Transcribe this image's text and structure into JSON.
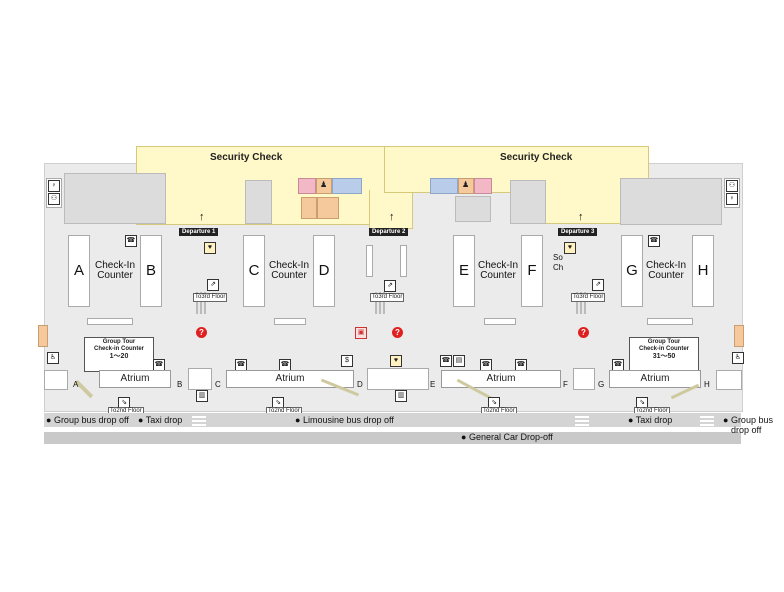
{
  "security": {
    "left_label": "Security Check",
    "right_label": "Security Check"
  },
  "departures": [
    "Departure 1",
    "Departure 2",
    "Departure 3"
  ],
  "counters": {
    "letters": [
      "A",
      "B",
      "C",
      "D",
      "E",
      "F",
      "G",
      "H"
    ],
    "checkin_label_line1": "Check-In",
    "checkin_label_line2": "Counter"
  },
  "group_tour": {
    "left_title_1": "Group Tour",
    "left_title_2": "Check-in Counter",
    "left_range": "1～20",
    "right_title_1": "Group Tour",
    "right_title_2": "Check-in Counter",
    "right_range": "31～50"
  },
  "atrium_label": "Atrium",
  "gate_letters": [
    "A",
    "B",
    "C",
    "D",
    "E",
    "F",
    "G",
    "H"
  ],
  "to_3rd_floor": "To3rd Floor",
  "to_2nd_floor": "To2nd Floor",
  "partial_sign": {
    "line1": "So",
    "line2": "Ch"
  },
  "dropoffs": {
    "group_bus_left": "Group bus drop off",
    "taxi_left": "Taxi drop",
    "limousine": "Limousine bus drop off",
    "taxi_right": "Taxi drop",
    "group_bus_right_1": "Group bus",
    "group_bus_right_2": "drop off",
    "general_car": "General Car Drop-off"
  },
  "icons": {
    "info": "?",
    "elevator": "elevator-icon",
    "phone": "phone-icon",
    "restroom": "restroom-icon",
    "atm": "atm-icon"
  },
  "colors": {
    "security_area": "#fff8c8",
    "floor": "#ebebeb",
    "info_red": "#e02020",
    "shop_pink": "#f2b8c6",
    "shop_blue": "#b9cdea",
    "shop_orange": "#f5c99b"
  }
}
